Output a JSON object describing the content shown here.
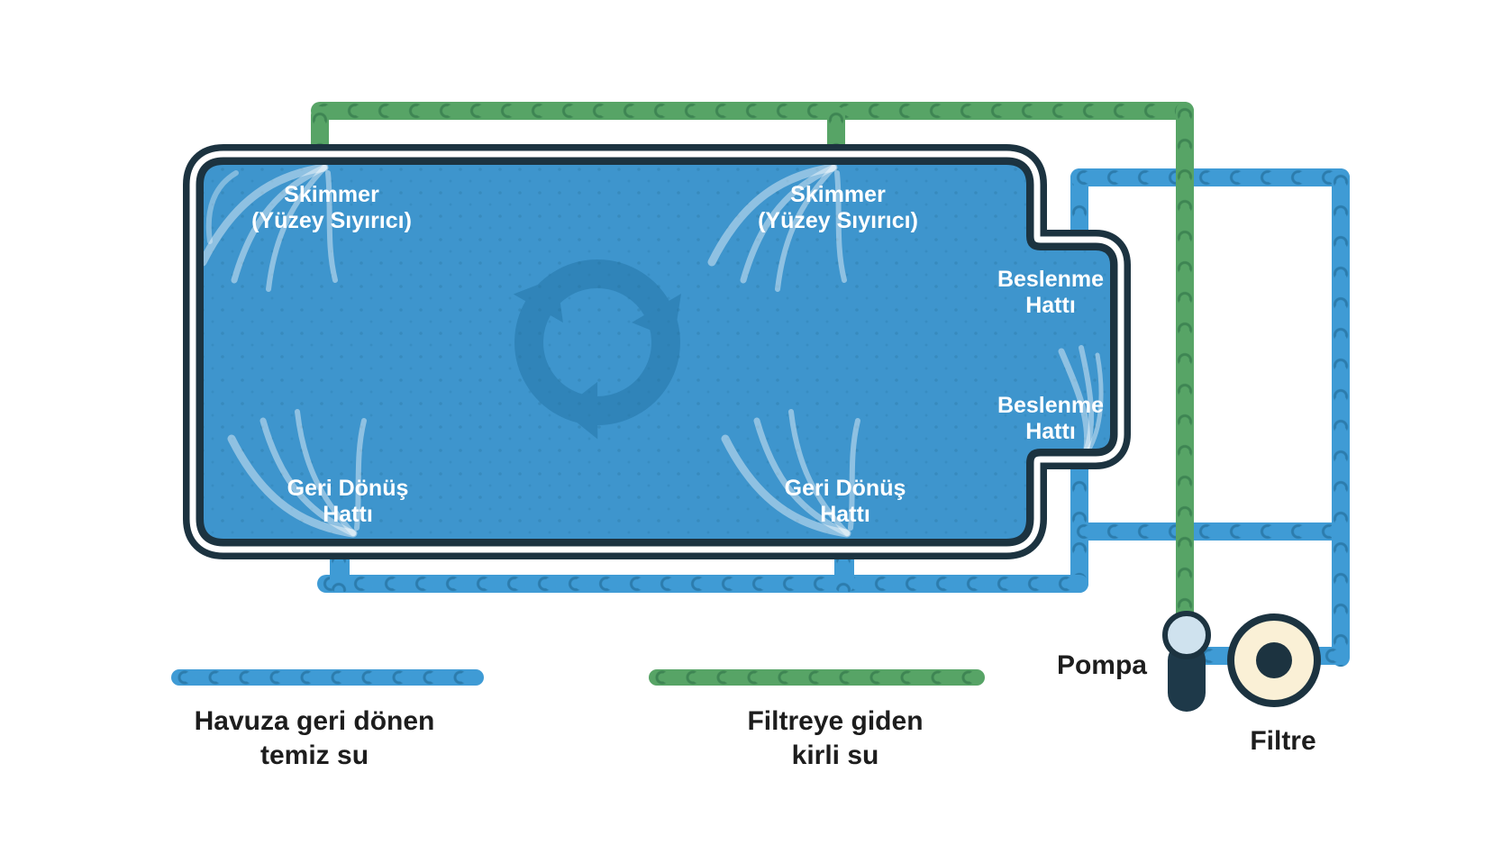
{
  "pool": {
    "skimmer_top_left": {
      "line1": "Skimmer",
      "line2": "(Yüzey Sıyırıcı)"
    },
    "skimmer_top_right": {
      "line1": "Skimmer",
      "line2": "(Yüzey Sıyırıcı)"
    },
    "feed_upper": {
      "line1": "Beslenme",
      "line2": "Hattı"
    },
    "feed_lower": {
      "line1": "Beslenme",
      "line2": "Hattı"
    },
    "return_left": {
      "line1": "Geri Dönüş",
      "line2": "Hattı"
    },
    "return_right": {
      "line1": "Geri Dönüş",
      "line2": "Hattı"
    }
  },
  "equipment": {
    "pump_label": "Pompa",
    "filter_label": "Filtre"
  },
  "legend": {
    "clean_water": {
      "line1": "Havuza geri dönen",
      "line2": "temiz su",
      "color": "#3f9bd5"
    },
    "dirty_water": {
      "line1": "Filtreye giden",
      "line2": "kirli su",
      "color": "#57a466"
    }
  },
  "colors": {
    "pool_water": "#3e95cd",
    "outline_navy": "#1c3340",
    "pipe_blue": "#3f9bd5",
    "pipe_blue_dark": "#2c7cad",
    "pipe_green": "#57a466",
    "pipe_green_dark": "#3e8553",
    "filter_body": "#faf0d6",
    "pump_head": "#cfe2ee",
    "label_dark": "#1d1d1d",
    "label_light": "#ffffff"
  }
}
